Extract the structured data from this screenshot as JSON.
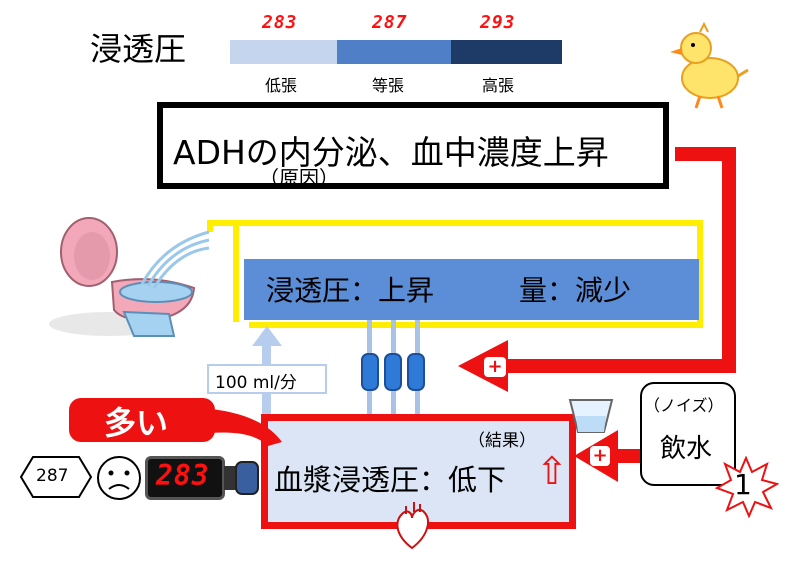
{
  "title": "浸透圧",
  "scale": {
    "values": [
      "283",
      "287",
      "293"
    ],
    "labels": [
      "低張",
      "等張",
      "高張"
    ],
    "colors": [
      "#c5d5ee",
      "#4f7fc6",
      "#1e3a66"
    ]
  },
  "main_box": {
    "title": "ADHの内分泌、血中濃度上昇",
    "sub": "（原因）"
  },
  "kidney_box": {
    "left": "浸透圧：上昇",
    "right": "量：減少"
  },
  "flow_label": "100 ml/分",
  "plasma_box": {
    "text": "血漿浸透圧：低下",
    "result": "（結果）",
    "arrow": "⇧"
  },
  "many_label": "多い",
  "diamond_value": "287",
  "meter_value": "283",
  "noise_box": {
    "label": "（ノイズ）",
    "text": "飲水"
  },
  "star_number": "1",
  "plus_sign": "+",
  "colors": {
    "red": "#ee1111",
    "yellow": "#ffee00",
    "blue": "#5b8ed6",
    "light_blue": "#dbe5f5",
    "tube_blue": "#2f7ad6"
  }
}
